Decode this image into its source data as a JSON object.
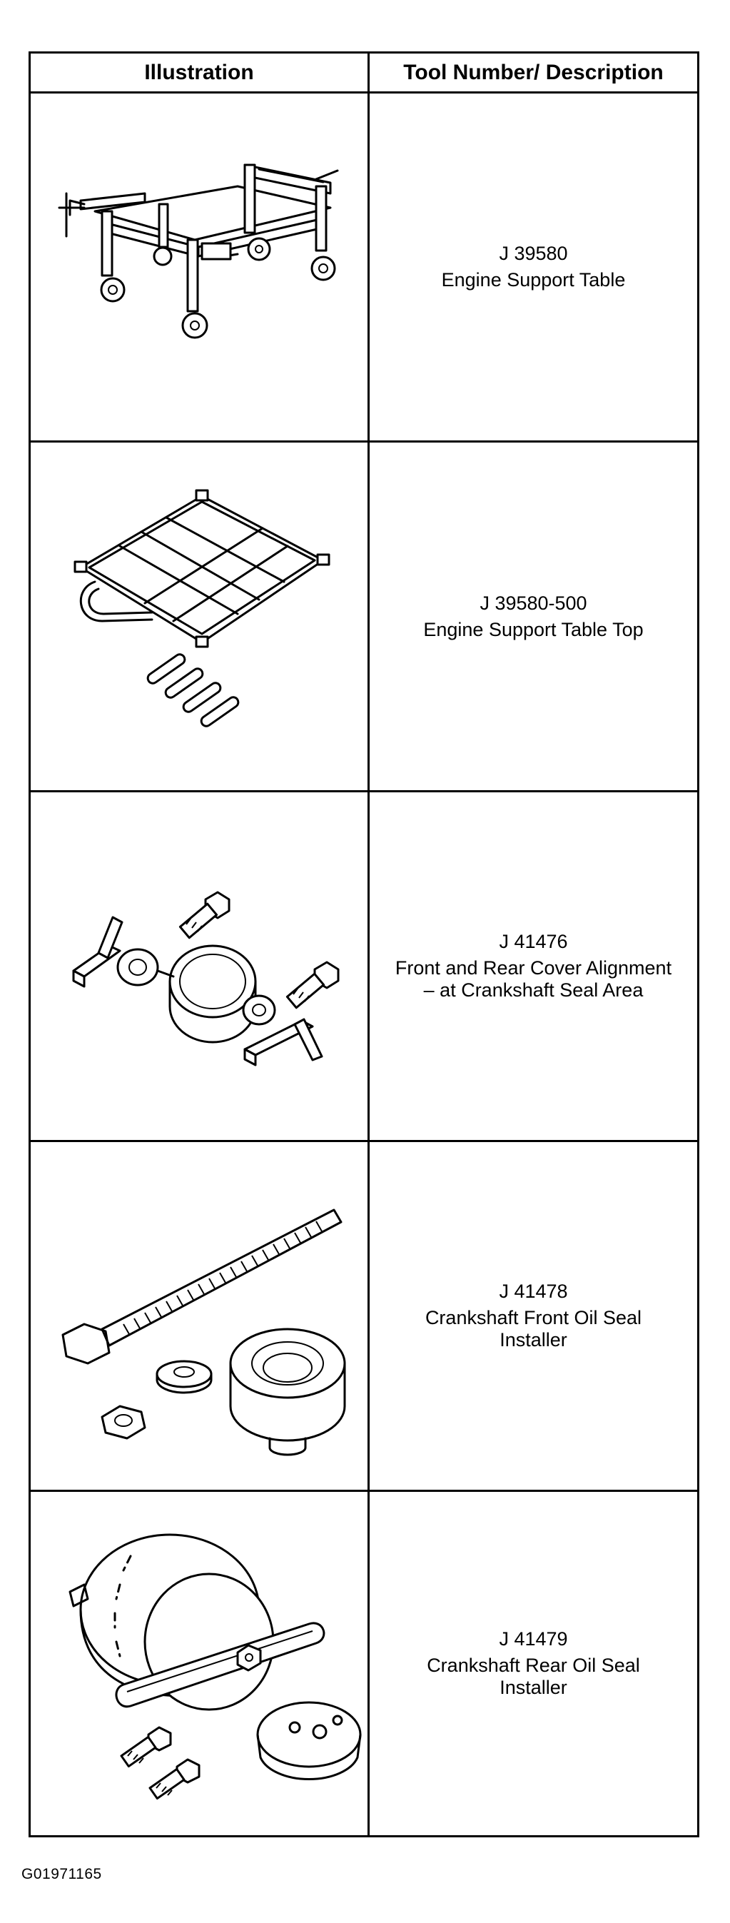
{
  "table": {
    "header": {
      "illustration": "Illustration",
      "tool_description": "Tool Number/ Description"
    },
    "rows": [
      {
        "tool_number": "J 39580",
        "description": "Engine Support Table",
        "illustration_icon": "engine-support-table-icon"
      },
      {
        "tool_number": "J 39580-500",
        "description": "Engine Support Table Top",
        "illustration_icon": "engine-support-table-top-icon"
      },
      {
        "tool_number": "J 41476",
        "description": "Front and Rear Cover Alignment – at Crankshaft Seal Area",
        "illustration_icon": "cover-alignment-tool-icon"
      },
      {
        "tool_number": "J 41478",
        "description": "Crankshaft Front Oil Seal Installer",
        "illustration_icon": "front-oil-seal-installer-icon"
      },
      {
        "tool_number": "J 41479",
        "description": "Crankshaft Rear Oil Seal Installer",
        "illustration_icon": "rear-oil-seal-installer-icon"
      }
    ]
  },
  "figure_id": "G01971165"
}
